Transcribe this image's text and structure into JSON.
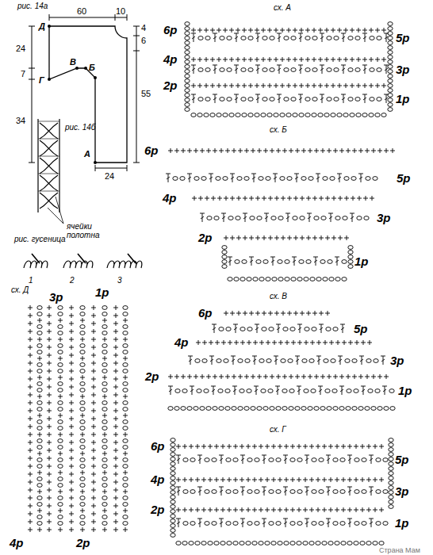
{
  "diagram": {
    "labels": [
      "рис. 14а",
      "60",
      "10",
      "4",
      "6",
      "55",
      "24",
      "7",
      "34",
      "24",
      "Д",
      "Г",
      "В",
      "Б",
      "А",
      "рис. 14б",
      "ячейки полотна",
      "рис. гусеница",
      "1",
      "2",
      "3",
      "сх. А",
      "6р",
      "4р",
      "2р",
      "5р",
      "3р",
      "1р",
      "сх. Б",
      "6р",
      "5р",
      "4р",
      "3р",
      "2р",
      "1р",
      "сх. В",
      "6р",
      "5р",
      "4р",
      "3р",
      "2р",
      "1р",
      "сх. Г",
      "6р",
      "4р",
      "2р",
      "5р",
      "3р",
      "1р",
      "сх. Д",
      "3р",
      "1р",
      "4р",
      "2р",
      "Страна Мам"
    ]
  }
}
